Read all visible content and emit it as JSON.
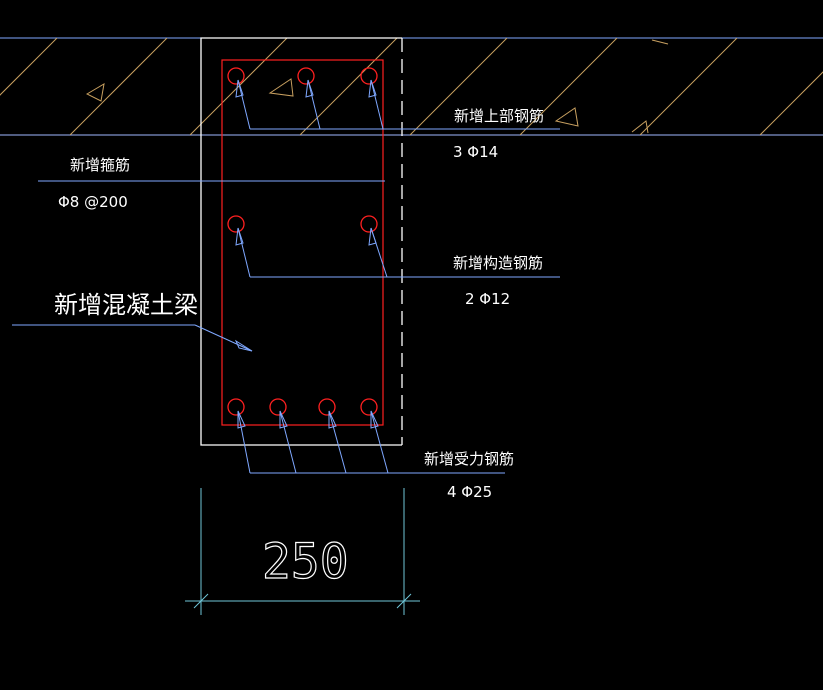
{
  "labels": {
    "top_rebar_name": "新增上部钢筋",
    "top_rebar_spec": "3 Φ14",
    "stirrup_name": "新增箍筋",
    "stirrup_spec": "Φ8 @200",
    "structural_rebar_name": "新增构造钢筋",
    "structural_rebar_spec": "2 Φ12",
    "beam_name": "新增混凝土梁",
    "main_rebar_name": "新增受力钢筋",
    "main_rebar_spec": "4 Φ25",
    "width_dimension": "250"
  },
  "colors": {
    "background": "#000000",
    "text": "#ffffff",
    "leader": "#7fa8ff",
    "rebar": "#ff2020",
    "hatch": "#c8a060",
    "outline": "#ffffff",
    "dimension": "#6fc6d8"
  }
}
